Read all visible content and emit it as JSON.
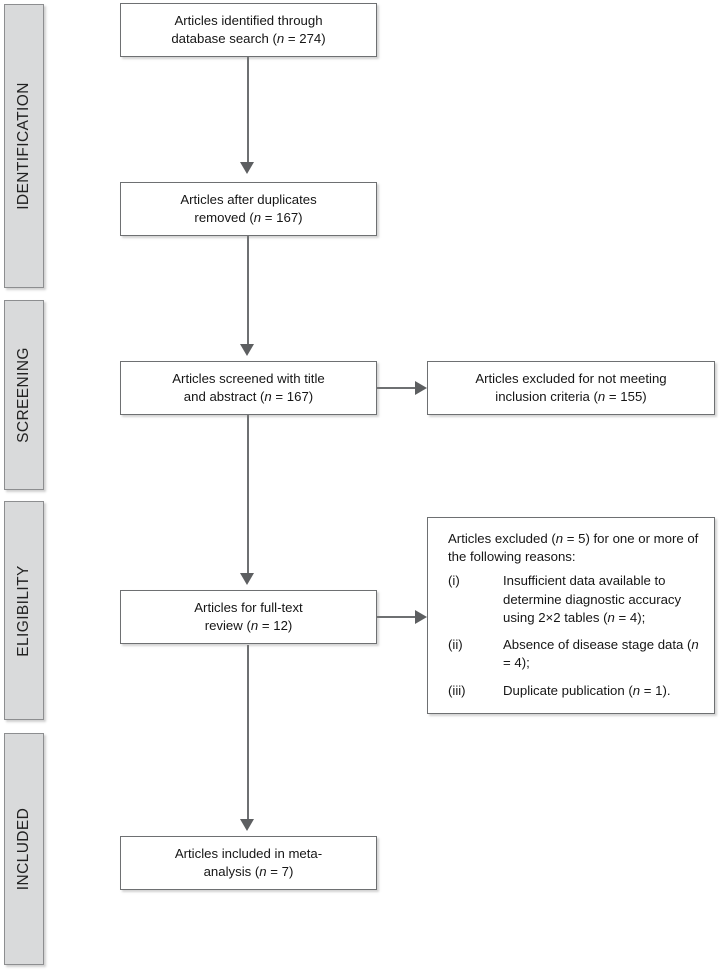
{
  "diagram": {
    "type": "prisma-flow-diagram",
    "colors": {
      "stage_bar_fill": "#d9dadb",
      "stage_bar_border": "#8d8e90",
      "box_border": "#6e7072",
      "box_fill": "#ffffff",
      "connector": "#6e7072",
      "arrowhead": "#5d5f61",
      "text": "#161616"
    }
  },
  "stages": [
    {
      "id": "identification",
      "label": "IDENTIFICATION"
    },
    {
      "id": "screening",
      "label": "SCREENING"
    },
    {
      "id": "eligibility",
      "label": "ELIGIBILITY"
    },
    {
      "id": "included",
      "label": "INCLUDED"
    }
  ],
  "boxes": {
    "identified": {
      "line1": "Articles identified through",
      "line2_pre": "database search (",
      "n_italic": "n",
      "line2_post": " = 274)",
      "count": 274
    },
    "duplicates_removed": {
      "line1": "Articles after duplicates",
      "line2_pre": "removed (",
      "n_italic": "n",
      "line2_post": " = 167)",
      "count": 167
    },
    "screened": {
      "line1": "Articles screened with title",
      "line2_pre": "and abstract (",
      "n_italic": "n",
      "line2_post": " = 167)",
      "count": 167
    },
    "excluded_screening": {
      "line1": "Articles excluded for not meeting",
      "line2_pre": "inclusion criteria (",
      "n_italic": "n",
      "line2_post": " = 155)",
      "count": 155
    },
    "full_text": {
      "line1": "Articles for full-text",
      "line2_pre": "review (",
      "n_italic": "n",
      "line2_post": " = 12)",
      "count": 12
    },
    "excluded_reasons": {
      "intro_pre": "Articles excluded (",
      "intro_n": "n",
      "intro_post": " = 5) for one or more of the following reasons:",
      "count": 5,
      "reasons": [
        {
          "marker": "(i)",
          "text_pre": "Insufficient data available to determine diagnostic accuracy using 2×2 tables (",
          "n_italic": "n",
          "text_post": " = 4);",
          "count": 4
        },
        {
          "marker": "(ii)",
          "text_pre": "Absence of disease stage data (",
          "n_italic": "n",
          "text_post": " = 4);",
          "count": 4
        },
        {
          "marker": "(iii)",
          "text_pre": "Duplicate publication (",
          "n_italic": "n",
          "text_post": " = 1).",
          "count": 1
        }
      ]
    },
    "included": {
      "line1": "Articles included in meta-",
      "line2_pre": "analysis (",
      "n_italic": "n",
      "line2_post": " = 7)",
      "count": 7
    }
  }
}
